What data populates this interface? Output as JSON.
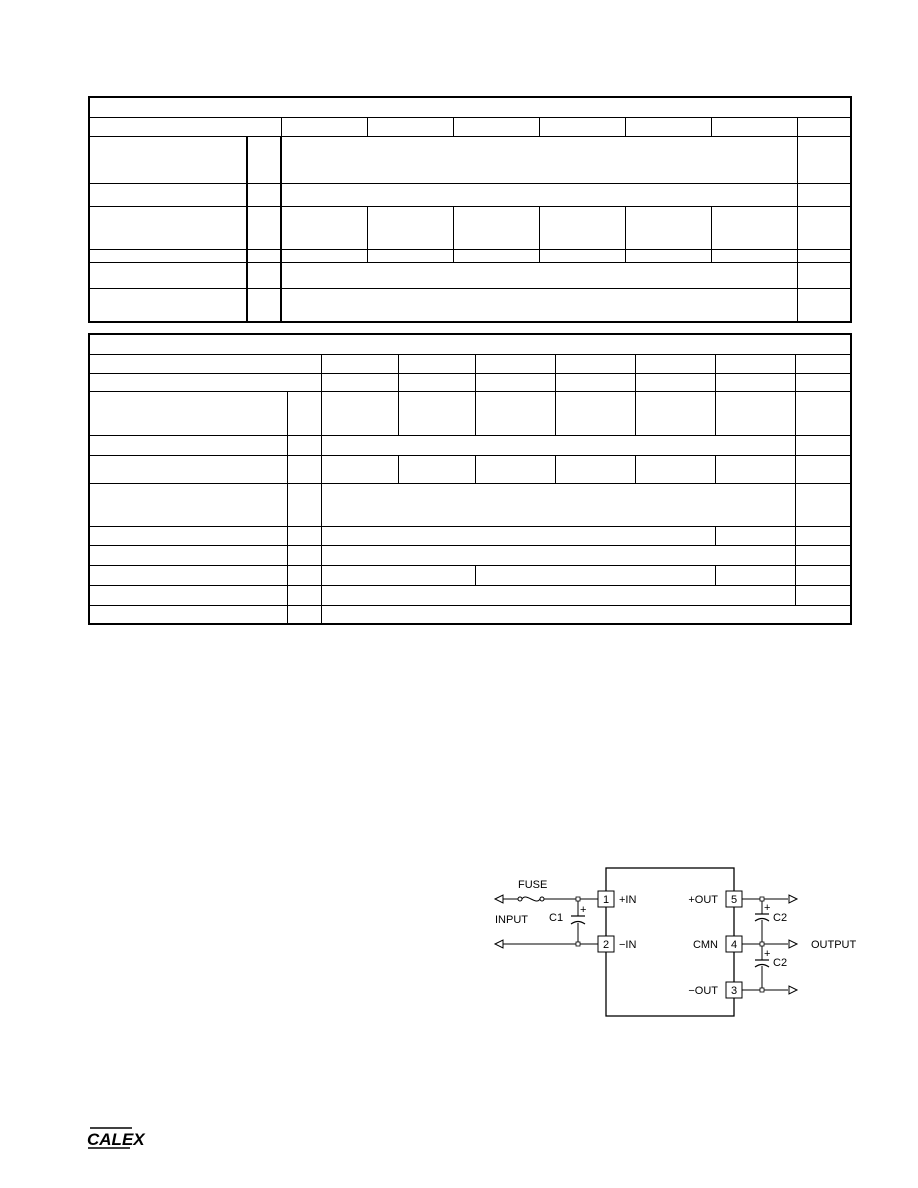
{
  "schematic": {
    "fuse_label": "FUSE",
    "input_label": "INPUT",
    "output_label": "OUTPUT",
    "c1_label": "C1",
    "c2_top_label": "C2",
    "c2_bottom_label": "C2",
    "plus_sign": "+",
    "pins": [
      {
        "number": "1",
        "name": "+IN"
      },
      {
        "number": "2",
        "name": "−IN"
      },
      {
        "number": "5",
        "name": "+OUT"
      },
      {
        "number": "4",
        "name": "CMN"
      },
      {
        "number": "3",
        "name": "−OUT"
      }
    ]
  },
  "logo": {
    "text": "CALEX"
  }
}
